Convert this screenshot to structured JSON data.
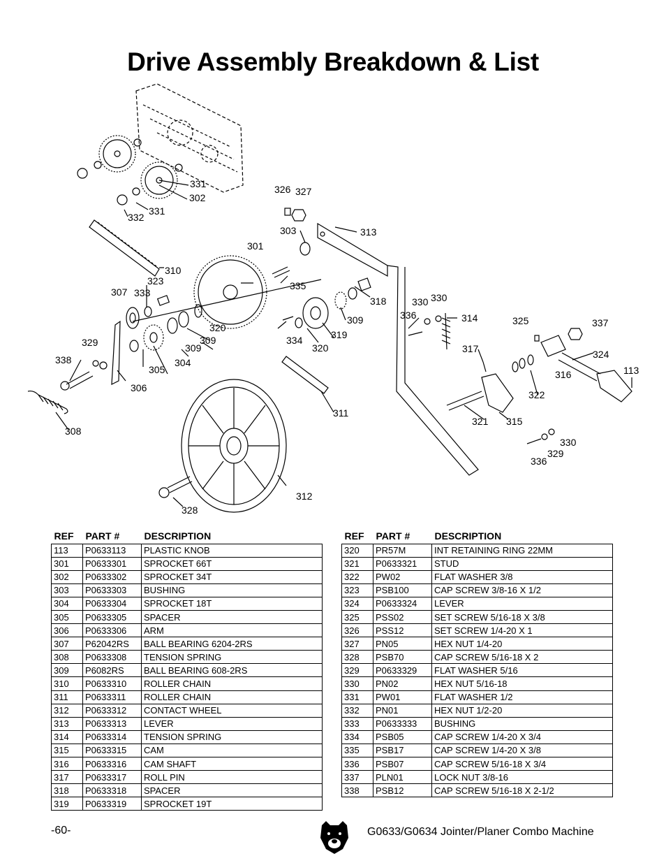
{
  "title": "Drive Assembly Breakdown & List",
  "diagram_labels": [
    "331",
    "302",
    "331",
    "332",
    "326",
    "327",
    "303",
    "313",
    "301",
    "310",
    "323",
    "307",
    "333",
    "335",
    "318",
    "330",
    "330",
    "336",
    "314",
    "309",
    "319",
    "320",
    "320",
    "309",
    "334",
    "325",
    "337",
    "329",
    "338",
    "309",
    "304",
    "305",
    "306",
    "317",
    "324",
    "316",
    "113",
    "322",
    "311",
    "321",
    "315",
    "308",
    "330",
    "329",
    "336",
    "312",
    "328"
  ],
  "table_headers": {
    "ref": "REF",
    "part": "PART #",
    "desc": "DESCRIPTION"
  },
  "parts_left": [
    {
      "ref": "113",
      "part": "P0633113",
      "desc": "PLASTIC KNOB"
    },
    {
      "ref": "301",
      "part": "P0633301",
      "desc": "SPROCKET 66T"
    },
    {
      "ref": "302",
      "part": "P0633302",
      "desc": "SPROCKET 34T"
    },
    {
      "ref": "303",
      "part": "P0633303",
      "desc": "BUSHING"
    },
    {
      "ref": "304",
      "part": "P0633304",
      "desc": "SPROCKET 18T"
    },
    {
      "ref": "305",
      "part": "P0633305",
      "desc": "SPACER"
    },
    {
      "ref": "306",
      "part": "P0633306",
      "desc": "ARM"
    },
    {
      "ref": "307",
      "part": "P62042RS",
      "desc": "BALL BEARING 6204-2RS"
    },
    {
      "ref": "308",
      "part": "P0633308",
      "desc": "TENSION SPRING"
    },
    {
      "ref": "309",
      "part": "P6082RS",
      "desc": "BALL BEARING 608-2RS"
    },
    {
      "ref": "310",
      "part": "P0633310",
      "desc": "ROLLER CHAIN"
    },
    {
      "ref": "311",
      "part": "P0633311",
      "desc": "ROLLER CHAIN"
    },
    {
      "ref": "312",
      "part": "P0633312",
      "desc": "CONTACT WHEEL"
    },
    {
      "ref": "313",
      "part": "P0633313",
      "desc": "LEVER"
    },
    {
      "ref": "314",
      "part": "P0633314",
      "desc": "TENSION SPRING"
    },
    {
      "ref": "315",
      "part": "P0633315",
      "desc": "CAM"
    },
    {
      "ref": "316",
      "part": "P0633316",
      "desc": "CAM SHAFT"
    },
    {
      "ref": "317",
      "part": "P0633317",
      "desc": "ROLL PIN"
    },
    {
      "ref": "318",
      "part": "P0633318",
      "desc": "SPACER"
    },
    {
      "ref": "319",
      "part": "P0633319",
      "desc": "SPROCKET 19T"
    }
  ],
  "parts_right": [
    {
      "ref": "320",
      "part": "PR57M",
      "desc": "INT RETAINING RING 22MM"
    },
    {
      "ref": "321",
      "part": "P0633321",
      "desc": "STUD"
    },
    {
      "ref": "322",
      "part": "PW02",
      "desc": "FLAT WASHER 3/8"
    },
    {
      "ref": "323",
      "part": "PSB100",
      "desc": "CAP SCREW 3/8-16 X 1/2"
    },
    {
      "ref": "324",
      "part": "P0633324",
      "desc": "LEVER"
    },
    {
      "ref": "325",
      "part": "PSS02",
      "desc": "SET SCREW 5/16-18 X 3/8"
    },
    {
      "ref": "326",
      "part": "PSS12",
      "desc": "SET SCREW 1/4-20 X 1"
    },
    {
      "ref": "327",
      "part": "PN05",
      "desc": "HEX NUT 1/4-20"
    },
    {
      "ref": "328",
      "part": "PSB70",
      "desc": "CAP SCREW 5/16-18 X 2"
    },
    {
      "ref": "329",
      "part": "P0633329",
      "desc": "FLAT WASHER 5/16"
    },
    {
      "ref": "330",
      "part": "PN02",
      "desc": "HEX NUT 5/16-18"
    },
    {
      "ref": "331",
      "part": "PW01",
      "desc": "FLAT WASHER 1/2"
    },
    {
      "ref": "332",
      "part": "PN01",
      "desc": "HEX NUT 1/2-20"
    },
    {
      "ref": "333",
      "part": "P0633333",
      "desc": "BUSHING"
    },
    {
      "ref": "334",
      "part": "PSB05",
      "desc": "CAP SCREW 1/4-20 X 3/4"
    },
    {
      "ref": "335",
      "part": "PSB17",
      "desc": "CAP SCREW 1/4-20 X 3/8"
    },
    {
      "ref": "336",
      "part": "PSB07",
      "desc": "CAP SCREW 5/16-18 X 3/4"
    },
    {
      "ref": "337",
      "part": "PLN01",
      "desc": "LOCK NUT 3/8-16"
    },
    {
      "ref": "338",
      "part": "PSB12",
      "desc": "CAP SCREW 5/16-18 X 2-1/2"
    }
  ],
  "footer": {
    "page_number": "-60-",
    "model": "G0633/G0634 Jointer/Planer Combo Machine",
    "logo_icon": "bear-head-logo-icon"
  }
}
